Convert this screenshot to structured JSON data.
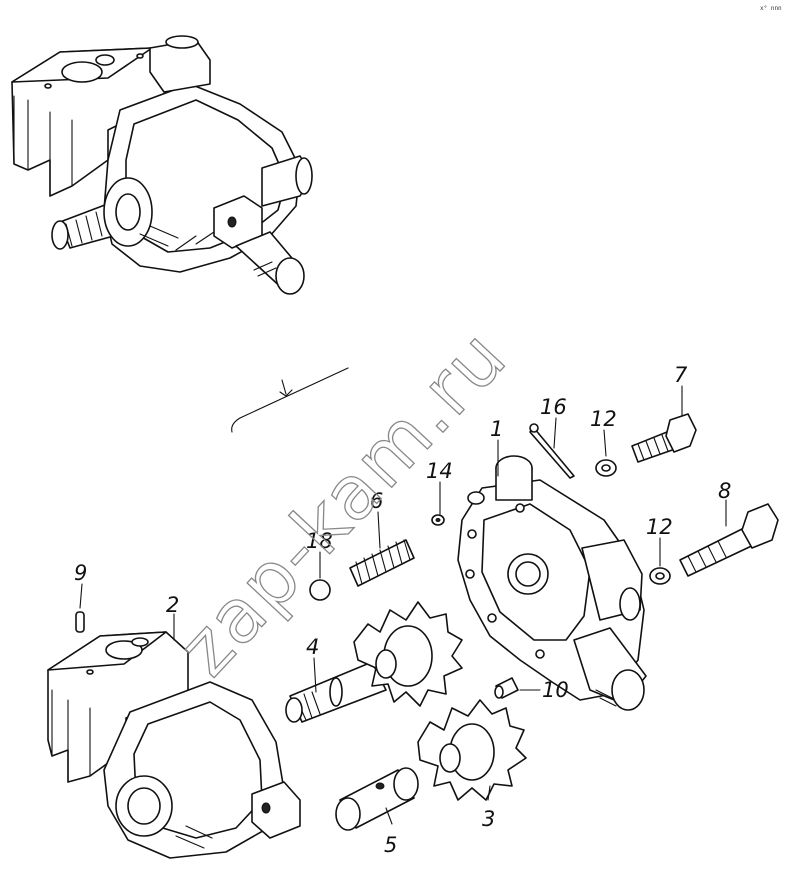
{
  "corner_mark": "x° nnn",
  "watermark": "zap-kam.ru",
  "parts": [
    {
      "id": "p1",
      "label": "1"
    },
    {
      "id": "p2",
      "label": "2"
    },
    {
      "id": "p3",
      "label": "3"
    },
    {
      "id": "p4",
      "label": "4"
    },
    {
      "id": "p5",
      "label": "5"
    },
    {
      "id": "p6",
      "label": "6"
    },
    {
      "id": "p7",
      "label": "7"
    },
    {
      "id": "p8",
      "label": "8"
    },
    {
      "id": "p9",
      "label": "9"
    },
    {
      "id": "p10",
      "label": "10"
    },
    {
      "id": "p12a",
      "label": "12"
    },
    {
      "id": "p12b",
      "label": "12"
    },
    {
      "id": "p14",
      "label": "14"
    },
    {
      "id": "p16",
      "label": "16"
    },
    {
      "id": "p18",
      "label": "18"
    }
  ]
}
